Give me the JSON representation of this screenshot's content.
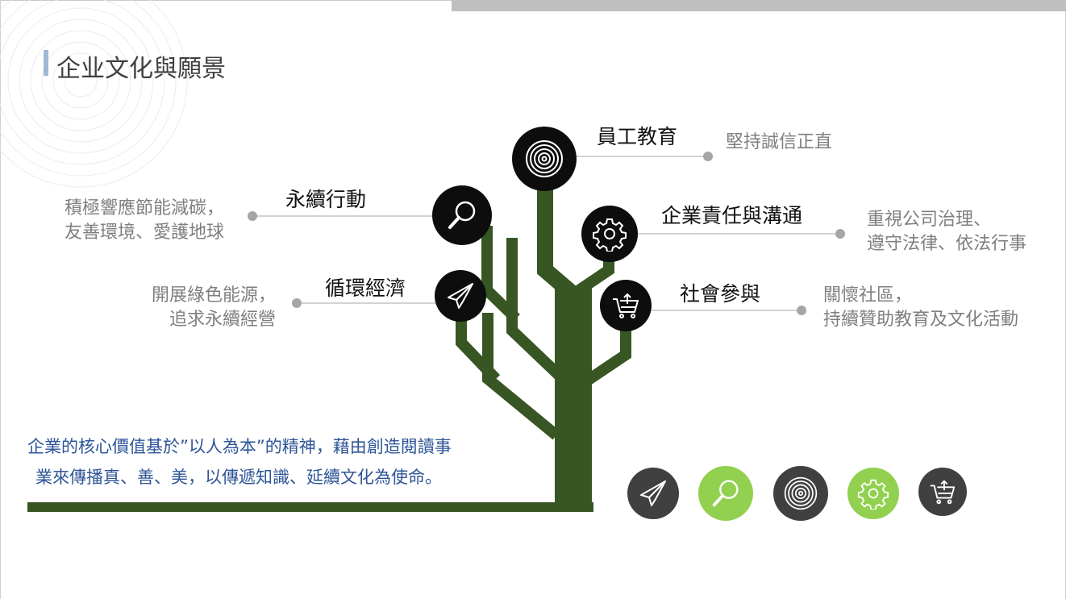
{
  "title": "企业文化與願景",
  "branches": [
    {
      "label": "員工教育",
      "desc_lines": [
        "堅持誠信正直"
      ],
      "icon": "target-icon"
    },
    {
      "label": "永續行動",
      "desc_lines": [
        "積極響應節能減碳，",
        "友善環境、愛護地球"
      ],
      "icon": "magnifier-icon"
    },
    {
      "label": "企業責任與溝通",
      "desc_lines": [
        "重視公司治理、",
        "遵守法律、依法行事"
      ],
      "icon": "gear-icon"
    },
    {
      "label": "循環經濟",
      "desc_lines": [
        "開展綠色能源，",
        "追求永續經營"
      ],
      "icon": "paper-plane-icon"
    },
    {
      "label": "社會參與",
      "desc_lines": [
        "關懷社區，",
        "持續贊助教育及文化活動"
      ],
      "icon": "cart-icon"
    }
  ],
  "mission_lines": [
    "企業的核心價值基於”以人為本”的精神，藉由創造閱讀事",
    "業來傳播真、善、美，以傳遞知識、延續文化為使命。"
  ],
  "bottom_icons": [
    {
      "icon": "paper-plane-icon",
      "color": "#404040"
    },
    {
      "icon": "magnifier-icon",
      "color": "#92d050"
    },
    {
      "icon": "target-icon",
      "color": "#404040"
    },
    {
      "icon": "gear-icon",
      "color": "#92d050"
    },
    {
      "icon": "cart-icon",
      "color": "#404040"
    }
  ],
  "colors": {
    "tree": "#375623",
    "node": "#0d0d0d",
    "mission_text": "#2e5597",
    "desc_text": "#7f7f7f",
    "accent_green": "#92d050",
    "dark_gray": "#404040",
    "title_bar": "#9fb9d5"
  }
}
